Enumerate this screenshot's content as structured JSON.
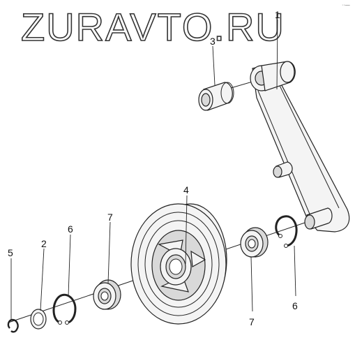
{
  "watermark": "ZURAVTO.RU",
  "corner_mark": "··—",
  "callouts": {
    "c1": "1",
    "c2": "2",
    "c3": "3",
    "c4": "4",
    "c5": "5",
    "c6a": "6",
    "c6b": "6",
    "c7a": "7",
    "c7b": "7"
  }
}
